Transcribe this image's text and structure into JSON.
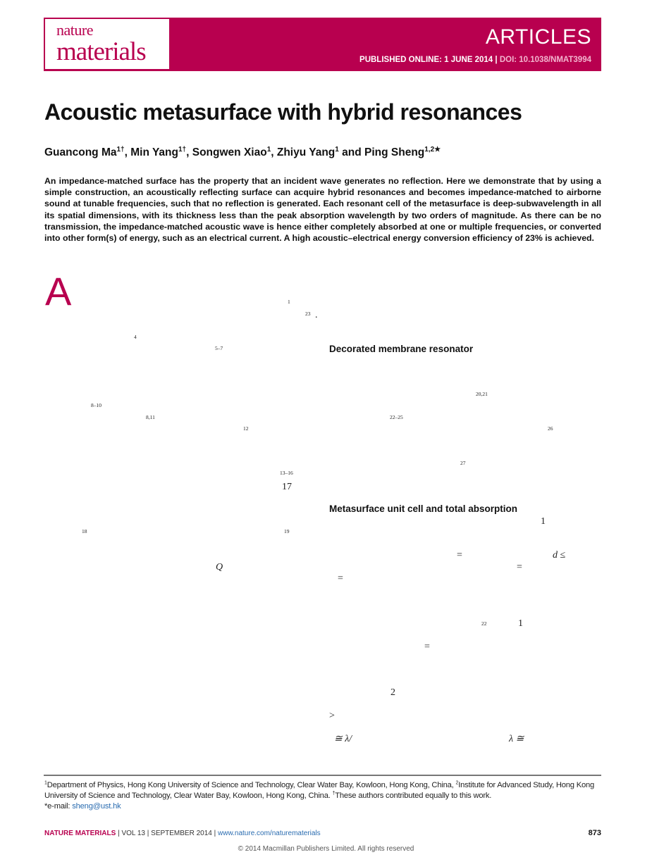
{
  "header": {
    "journal_logo_line1": "nature",
    "journal_logo_line2": "materials",
    "section": "ARTICLES",
    "published": "PUBLISHED ONLINE: 1 JUNE 2014",
    "separator": " | ",
    "doi": "DOI: 10.1038/NMAT3994"
  },
  "article": {
    "title": "Acoustic metasurface with hybrid resonances",
    "authors": [
      {
        "name": "Guancong Ma",
        "sup": "1†",
        "sep": ", "
      },
      {
        "name": "Min Yang",
        "sup": "1†",
        "sep": ", "
      },
      {
        "name": "Songwen Xiao",
        "sup": "1",
        "sep": ", "
      },
      {
        "name": "Zhiyu Yang",
        "sup": "1",
        "sep": " and "
      },
      {
        "name": "Ping Sheng",
        "sup": "1,2★",
        "sep": ""
      }
    ],
    "abstract": "An impedance-matched surface has the property that an incident wave generates no reflection. Here we demonstrate that by using a simple construction, an acoustically reflecting surface can acquire hybrid resonances and becomes impedance-matched to airborne sound at tunable frequencies, such that no reflection is generated. Each resonant cell of the metasurface is deep-subwavelength in all its spatial dimensions, with its thickness less than the peak absorption wavelength by two orders of magnitude. As there can be no transmission, the impedance-matched acoustic wave is hence either completely absorbed at one or multiple frequencies, or converted into other form(s) of energy, such as an electrical current. A high acoustic–electrical energy conversion efficiency of 23% is achieved.",
    "drop_cap": "A",
    "sections": [
      "Decorated membrane resonator",
      "Metasurface unit cell and total absorption"
    ],
    "left_fragments": [
      "1",
      "23",
      ".",
      "4",
      "5–7",
      "8–10",
      "8,11",
      "12",
      "13–16",
      "17",
      "18",
      "19",
      "Q"
    ],
    "right_fragments": [
      "20,21",
      "22–25",
      "26",
      "27",
      "1",
      "=",
      "d ≤",
      "=",
      "=",
      "22",
      "1",
      "=",
      "2",
      ">",
      "≅ λ/",
      "λ ≅"
    ]
  },
  "affiliations": {
    "sup1": "1",
    "aff1": "Department of Physics, Hong Kong University of Science and Technology, Clear Water Bay, Kowloon, Hong Kong, China, ",
    "sup2": "2",
    "aff2": "Institute for Advanced Study, Hong Kong University of Science and Technology, Clear Water Bay, Kowloon, Hong Kong, China. ",
    "dagger": "†",
    "equal": "These authors contributed equally to this work.",
    "email_label": "*e-mail: ",
    "email": "sheng@ust.hk"
  },
  "footer": {
    "journal": "NATURE MATERIALS",
    "volume": " | VOL 13 | SEPTEMBER 2014 | ",
    "url": "www.nature.com/naturematerials",
    "page": "873",
    "copyright": "© 2014 Macmillan Publishers Limited. All rights reserved"
  },
  "colors": {
    "brand": "#b8004f",
    "link": "#2a6cb0"
  }
}
